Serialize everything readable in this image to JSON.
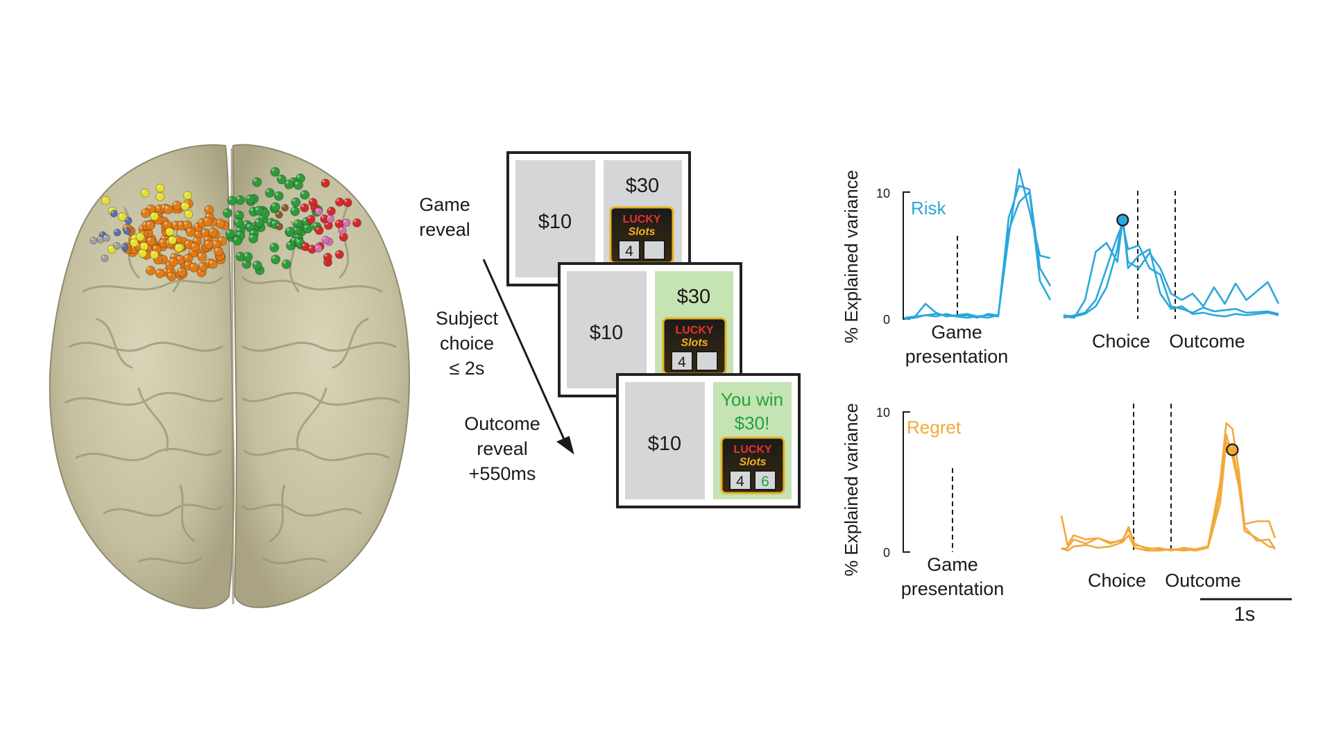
{
  "task": {
    "labels": {
      "game_reveal": [
        "Game",
        "reveal"
      ],
      "subject_choice": [
        "Subject",
        "choice",
        "≤ 2s"
      ],
      "outcome_reveal": [
        "Outcome",
        "reveal",
        "+550ms"
      ]
    },
    "screens": [
      {
        "safe": "$10",
        "gamble": "$30",
        "slot_digits": [
          "4",
          ""
        ],
        "highlight": false
      },
      {
        "safe": "$10",
        "gamble": "$30",
        "slot_digits": [
          "4",
          ""
        ],
        "highlight": true
      },
      {
        "safe": "$10",
        "gamble_lines": [
          "You win",
          "$30!"
        ],
        "slot_digits": [
          "4",
          "6"
        ],
        "highlight": true
      }
    ],
    "slot_logo": {
      "line1": "LUCKY",
      "line2": "Slots"
    }
  },
  "colors": {
    "risk": "#2aa7dc",
    "regret": "#f2a93b",
    "win_green": "#22a33c",
    "highlight_bg": "#c5e3b3",
    "brain": "#c8c3a3"
  },
  "chart_data": [
    {
      "type": "line",
      "title": "Risk",
      "ylabel": "% Explained variance",
      "yticks": [
        "0",
        "10"
      ],
      "ylim": [
        0,
        10
      ],
      "time_unit_s": 1,
      "panels": [
        {
          "name": "Game presentation",
          "markers": [
            {
              "t": 0.3,
              "label": ""
            }
          ],
          "series": [
            {
              "x": [
                0,
                0.1,
                0.2,
                0.3,
                0.4,
                0.5,
                0.6,
                0.7,
                0.8,
                0.9,
                1.0,
                1.1,
                1.2,
                1.3,
                1.4
              ],
              "y": [
                0,
                0.2,
                0.3,
                0.4,
                0.3,
                0.2,
                0.1,
                0.2,
                0.1,
                0.3,
                6.5,
                11.8,
                8.5,
                5.0,
                4.8
              ]
            },
            {
              "x": [
                0,
                0.1,
                0.2,
                0.3,
                0.4,
                0.5,
                0.6,
                0.7,
                0.8,
                0.9,
                1.0,
                1.1,
                1.2,
                1.3,
                1.4
              ],
              "y": [
                0.1,
                0.2,
                1.2,
                0.5,
                0.2,
                0.3,
                0.4,
                0.2,
                0.3,
                0.2,
                8.0,
                10.5,
                10.2,
                4.0,
                2.6
              ]
            },
            {
              "x": [
                0,
                0.1,
                0.2,
                0.3,
                0.4,
                0.5,
                0.6,
                0.7,
                0.8,
                0.9,
                1.0,
                1.1,
                1.2,
                1.3,
                1.4
              ],
              "y": [
                0,
                0.1,
                0.3,
                0.2,
                0.4,
                0.2,
                0.3,
                0.1,
                0.4,
                0.3,
                7.0,
                9.2,
                10.0,
                3.0,
                1.5
              ]
            }
          ]
        },
        {
          "name": "Choice / Outcome",
          "markers": [
            {
              "t": 0.55,
              "label": "Choice"
            },
            {
              "t": 0.9,
              "label": "Outcome"
            }
          ],
          "peak_marker": {
            "x": 0.55,
            "y": 7.8
          },
          "series": [
            {
              "x": [
                0,
                0.1,
                0.2,
                0.3,
                0.4,
                0.5,
                0.55,
                0.6,
                0.7,
                0.8,
                0.9,
                1.0,
                1.1,
                1.2,
                1.3,
                1.4,
                1.5,
                1.6,
                1.7,
                1.9,
                2.0
              ],
              "y": [
                0.2,
                0.1,
                1.5,
                5.3,
                6.0,
                4.5,
                7.8,
                4.5,
                4.0,
                5.2,
                4.0,
                2.0,
                1.5,
                2.0,
                1.0,
                2.5,
                1.2,
                2.8,
                1.5,
                2.9,
                1.2
              ]
            },
            {
              "x": [
                0,
                0.1,
                0.2,
                0.3,
                0.4,
                0.5,
                0.55,
                0.6,
                0.7,
                0.8,
                0.9,
                1.0,
                1.1,
                1.2,
                1.3,
                1.4,
                1.5,
                1.6,
                1.7,
                1.9,
                2.0
              ],
              "y": [
                0.1,
                0.3,
                0.5,
                1.5,
                4.0,
                6.5,
                7.5,
                5.5,
                5.8,
                4.0,
                3.5,
                1.0,
                0.8,
                0.5,
                0.9,
                0.6,
                0.7,
                0.8,
                0.5,
                0.6,
                0.4
              ]
            },
            {
              "x": [
                0,
                0.1,
                0.2,
                0.3,
                0.4,
                0.5,
                0.55,
                0.6,
                0.7,
                0.8,
                0.9,
                1.0,
                1.1,
                1.2,
                1.3,
                1.4,
                1.5,
                1.6,
                1.7,
                1.9,
                2.0
              ],
              "y": [
                0.3,
                0.2,
                0.4,
                1.0,
                2.5,
                5.5,
                8.2,
                4.0,
                5.0,
                5.5,
                2.0,
                0.8,
                1.0,
                0.4,
                0.5,
                0.3,
                0.2,
                0.4,
                0.3,
                0.5,
                0.3
              ]
            }
          ]
        }
      ],
      "xlabels": [
        "Game",
        "presentation"
      ]
    },
    {
      "type": "line",
      "title": "Regret",
      "ylabel": "% Explained variance",
      "yticks": [
        "0",
        "10"
      ],
      "ylim": [
        0,
        10
      ],
      "panels": [
        {
          "name": "Game presentation",
          "markers": [
            {
              "t": 0.3,
              "label": ""
            }
          ],
          "series": []
        },
        {
          "name": "Choice / Outcome",
          "markers": [
            {
              "t": 0.55,
              "label": "Choice"
            },
            {
              "t": 0.9,
              "label": "Outcome"
            }
          ],
          "peak_marker": {
            "x": 1.4,
            "y": 7.3
          },
          "series": [
            {
              "x": [
                0,
                0.05,
                0.1,
                0.2,
                0.3,
                0.4,
                0.5,
                0.55,
                0.6,
                0.7,
                0.8,
                0.9,
                1.0,
                1.1,
                1.2,
                1.3,
                1.35,
                1.4,
                1.45,
                1.5,
                1.6,
                1.7,
                1.75
              ],
              "y": [
                2.6,
                0.5,
                1.2,
                0.9,
                1.0,
                0.6,
                0.9,
                1.6,
                0.6,
                0.2,
                0.3,
                0.1,
                0.3,
                0.2,
                0.4,
                5.0,
                9.2,
                8.8,
                6.0,
                2.0,
                2.2,
                2.2,
                1.0
              ]
            },
            {
              "x": [
                0,
                0.05,
                0.1,
                0.2,
                0.3,
                0.4,
                0.5,
                0.55,
                0.6,
                0.7,
                0.8,
                0.9,
                1.0,
                1.1,
                1.2,
                1.3,
                1.35,
                1.4,
                1.45,
                1.5,
                1.6,
                1.7,
                1.75
              ],
              "y": [
                0.2,
                0.3,
                0.9,
                0.6,
                1.0,
                0.7,
                0.8,
                1.8,
                0.5,
                0.3,
                0.2,
                0.2,
                0.2,
                0.1,
                0.3,
                3.5,
                7.8,
                7.5,
                5.2,
                1.5,
                1.0,
                0.4,
                0.3
              ]
            },
            {
              "x": [
                0,
                0.05,
                0.1,
                0.2,
                0.3,
                0.4,
                0.5,
                0.55,
                0.6,
                0.7,
                0.8,
                0.9,
                1.0,
                1.1,
                1.2,
                1.3,
                1.35,
                1.4,
                1.45,
                1.5,
                1.6,
                1.7,
                1.75
              ],
              "y": [
                0.3,
                0.1,
                0.4,
                0.5,
                0.3,
                0.4,
                0.7,
                1.2,
                0.3,
                0.1,
                0.1,
                0.2,
                0.1,
                0.2,
                0.4,
                4.2,
                8.4,
                6.8,
                4.8,
                1.8,
                0.8,
                0.9,
                0.2
              ]
            }
          ]
        }
      ],
      "xlabels": [
        "Game",
        "presentation"
      ]
    }
  ],
  "event_labels": {
    "choice": "Choice",
    "outcome": "Outcome"
  },
  "scalebar": {
    "label": "1s"
  }
}
